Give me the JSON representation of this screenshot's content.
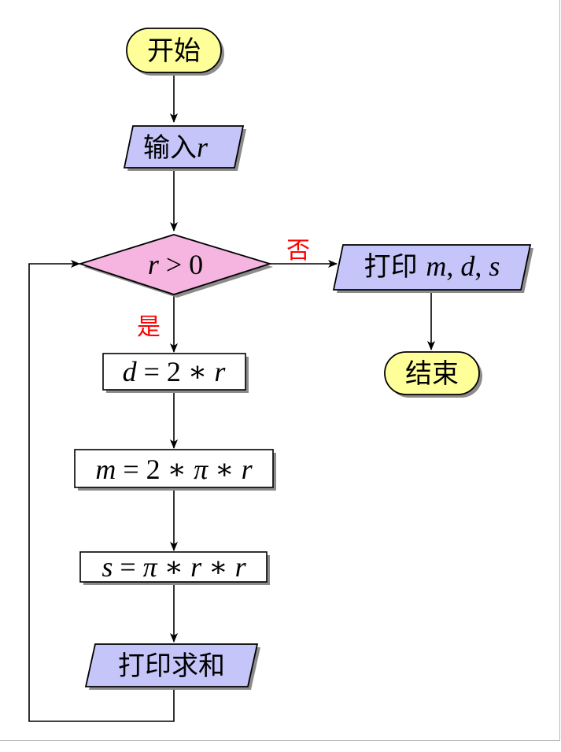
{
  "colors": {
    "terminal_fill": "#ffff99",
    "io_fill": "#c5c5fa",
    "decision_fill": "#f5b5e0",
    "process_fill": "#ffffff",
    "yes_no_label": "#ff0000",
    "border": "#000000"
  },
  "nodes": {
    "start": {
      "text": "开始"
    },
    "input_r": {
      "text": "输入",
      "var": "r"
    },
    "decision": {
      "var": "r",
      "op": " > ",
      "num": "0"
    },
    "compute_d": {
      "lhs": "d",
      "eq": " = 2 ∗ ",
      "rhs": "r"
    },
    "compute_m": {
      "lhs": "m",
      "eq": " = 2 ∗ ",
      "pi": "π",
      "star": " ∗ ",
      "rhs": "r"
    },
    "compute_s": {
      "lhs": "s",
      "eq": " = ",
      "pi": "π",
      "star1": " ∗ ",
      "r1": "r",
      "star2": " ∗ ",
      "r2": "r"
    },
    "print_sum": {
      "text": "打印求和"
    },
    "print_mds": {
      "text": "打印 ",
      "m": "m",
      "c1": ", ",
      "d": "d",
      "c2": ", ",
      "s": "s"
    },
    "end": {
      "text": "结束"
    }
  },
  "edges": {
    "yes_label": "是",
    "no_label": "否"
  }
}
